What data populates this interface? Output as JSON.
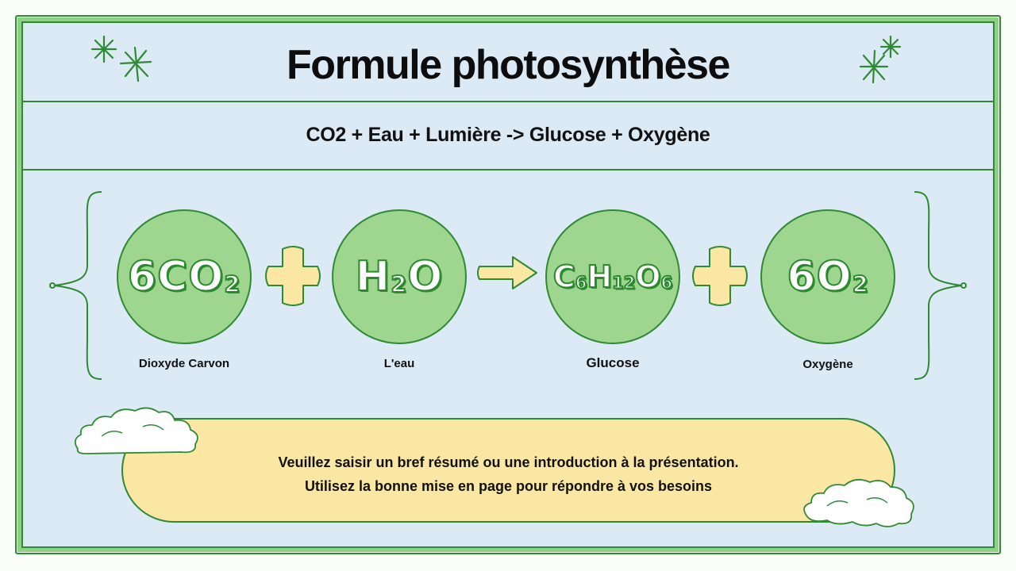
{
  "slide": {
    "title": "Formule photosynthèse",
    "equation": "CO2 + Eau + Lumière -> Glucose + Oxygène",
    "molecules": [
      {
        "formula_parts": [
          [
            "6CO",
            ""
          ],
          [
            "2",
            "sub"
          ]
        ],
        "label": "Dioxyde Carvon"
      },
      {
        "formula_parts": [
          [
            "H",
            ""
          ],
          [
            "2",
            "sub"
          ],
          [
            "O",
            ""
          ]
        ],
        "label": "L'eau"
      },
      {
        "formula_parts": [
          [
            "C",
            ""
          ],
          [
            "6",
            "sub"
          ],
          [
            "H",
            ""
          ],
          [
            "12",
            "sub"
          ],
          [
            "O",
            ""
          ],
          [
            "6",
            "sub"
          ]
        ],
        "label": "Glucose"
      },
      {
        "formula_parts": [
          [
            "6O",
            ""
          ],
          [
            "2",
            "sub"
          ]
        ],
        "label": "Oxygène"
      }
    ],
    "summary_lines": [
      "Veuillez saisir un bref résumé ou une introduction à la présentation.",
      "Utilisez la bonne mise en page pour répondre à vos besoins"
    ]
  },
  "colors": {
    "background": "#dbeaf5",
    "frame_green": "#2f8a33",
    "circle_green": "#9ed68f",
    "operator_yellow": "#fbe7a4",
    "summary_box": "#fbe7a4"
  },
  "icons": [
    "sparkle-icon",
    "plus-icon",
    "arrow-right-icon",
    "cloud-icon",
    "curly-brace-icon"
  ]
}
